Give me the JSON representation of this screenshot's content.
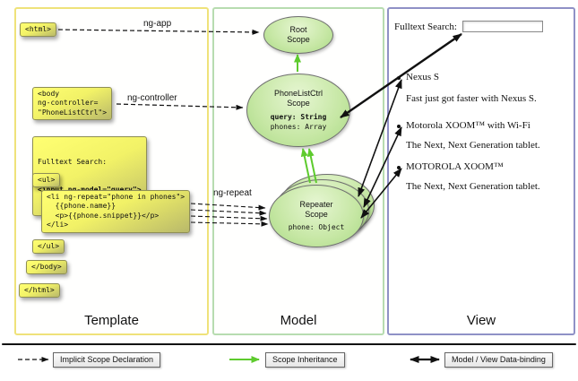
{
  "panels": {
    "template": {
      "label": "Template"
    },
    "model": {
      "label": "Model"
    },
    "view": {
      "label": "View"
    }
  },
  "template_code": {
    "html_open": "<html>",
    "body_open": "<body\nng-controller=\n\"PhoneListCtrl\">",
    "fulltext_label": "Fulltext Search:",
    "fulltext_input": "<input ng-model=\"query\">",
    "ul_open": "<ul>",
    "li_repeat": "<li ng-repeat=\"phone in phones\">\n  {{phone.name}}\n  <p>{{phone.snippet}}</p>\n</li>",
    "ul_close": "</ul>",
    "body_close": "</body>",
    "html_close": "</html>"
  },
  "arrow_labels": {
    "ng_app": "ng-app",
    "ng_controller": "ng-controller",
    "ng_repeat": "ng-repeat"
  },
  "scopes": {
    "root": {
      "title": "Root\nScope"
    },
    "phone_list": {
      "title": "PhoneListCtrl\nScope",
      "query": "query: String",
      "phones": "phones: Array"
    },
    "repeater": {
      "title": "Repeater\nScope",
      "phone": "phone: Object"
    }
  },
  "view": {
    "search_label": "Fulltext Search:",
    "search_value": "",
    "items": [
      {
        "name": "Nexus S",
        "snippet": "Fast just got faster with Nexus S."
      },
      {
        "name": "Motorola XOOM™ with Wi-Fi",
        "snippet": "The Next, Next Generation tablet."
      },
      {
        "name": "MOTOROLA XOOM™",
        "snippet": "The Next, Next Generation tablet."
      }
    ]
  },
  "legend": {
    "implicit": "Implicit Scope Declaration",
    "inheritance": "Scope Inheritance",
    "binding": "Model / View Data-binding"
  },
  "colors": {
    "inheritance_green": "#5ecb2e",
    "arrow_black": "#111111",
    "template_border": "#efe27a",
    "model_border": "#b7dcb0",
    "view_border": "#8f91c6"
  }
}
